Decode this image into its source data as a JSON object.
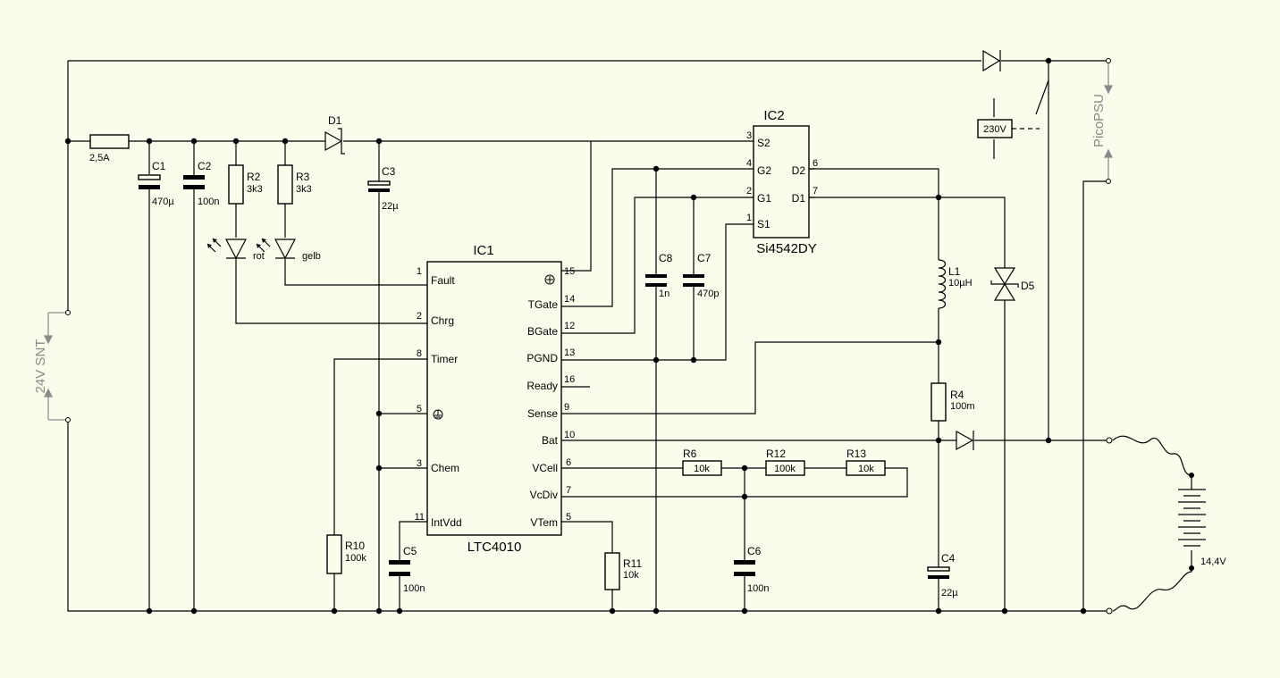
{
  "components": {
    "fuse": {
      "value": "2,5A"
    },
    "C1": {
      "ref": "C1",
      "value": "470µ"
    },
    "C2": {
      "ref": "C2",
      "value": "100n"
    },
    "R2": {
      "ref": "R2",
      "value": "3k3"
    },
    "R3": {
      "ref": "R3",
      "value": "3k3"
    },
    "LED_red": {
      "label": "rot"
    },
    "LED_yellow": {
      "label": "gelb"
    },
    "D1": {
      "ref": "D1"
    },
    "C3": {
      "ref": "C3",
      "value": "22µ"
    },
    "IC1": {
      "ref": "IC1",
      "part": "LTC4010"
    },
    "IC2": {
      "ref": "IC2",
      "part": "Si4542DY"
    },
    "C8": {
      "ref": "C8",
      "value": "1n"
    },
    "C7": {
      "ref": "C7",
      "value": "470p"
    },
    "L1": {
      "ref": "L1",
      "value": "10µH"
    },
    "D5": {
      "ref": "D5"
    },
    "R4": {
      "ref": "R4",
      "value": "100m"
    },
    "R6": {
      "ref": "R6",
      "value": "10k"
    },
    "R12": {
      "ref": "R12",
      "value": "100k"
    },
    "R13": {
      "ref": "R13",
      "value": "10k"
    },
    "R10": {
      "ref": "R10",
      "value": "100k"
    },
    "C5": {
      "ref": "C5",
      "value": "100n"
    },
    "R11": {
      "ref": "R11",
      "value": "10k"
    },
    "C6": {
      "ref": "C6",
      "value": "100n"
    },
    "C4": {
      "ref": "C4",
      "value": "22µ"
    },
    "relay": {
      "label": "230V"
    },
    "battery": {
      "value": "14,4V"
    },
    "psu_in": {
      "label": "24V SNT"
    },
    "psu_out": {
      "label": "PicoPSU"
    }
  },
  "ic1_pins_left": [
    {
      "num": "1",
      "name": "Fault"
    },
    {
      "num": "2",
      "name": "Chrg"
    },
    {
      "num": "8",
      "name": "Timer"
    },
    {
      "num": "5",
      "name": ""
    },
    {
      "num": "3",
      "name": "Chem"
    },
    {
      "num": "11",
      "name": "IntVdd"
    }
  ],
  "ic1_pins_right": [
    {
      "num": "15",
      "name": ""
    },
    {
      "num": "14",
      "name": "TGate"
    },
    {
      "num": "12",
      "name": "BGate"
    },
    {
      "num": "13",
      "name": "PGND"
    },
    {
      "num": "16",
      "name": "Ready"
    },
    {
      "num": "9",
      "name": "Sense"
    },
    {
      "num": "10",
      "name": "Bat"
    },
    {
      "num": "6",
      "name": "VCell"
    },
    {
      "num": "7",
      "name": "VcDiv"
    },
    {
      "num": "5",
      "name": "VTem"
    }
  ],
  "ic2_pins_left": [
    {
      "num": "3",
      "name": "S2"
    },
    {
      "num": "4",
      "name": "G2"
    },
    {
      "num": "2",
      "name": "G1"
    },
    {
      "num": "1",
      "name": "S1"
    }
  ],
  "ic2_pins_right": [
    {
      "num": "6",
      "name": "D2"
    },
    {
      "num": "7",
      "name": "D1"
    }
  ]
}
